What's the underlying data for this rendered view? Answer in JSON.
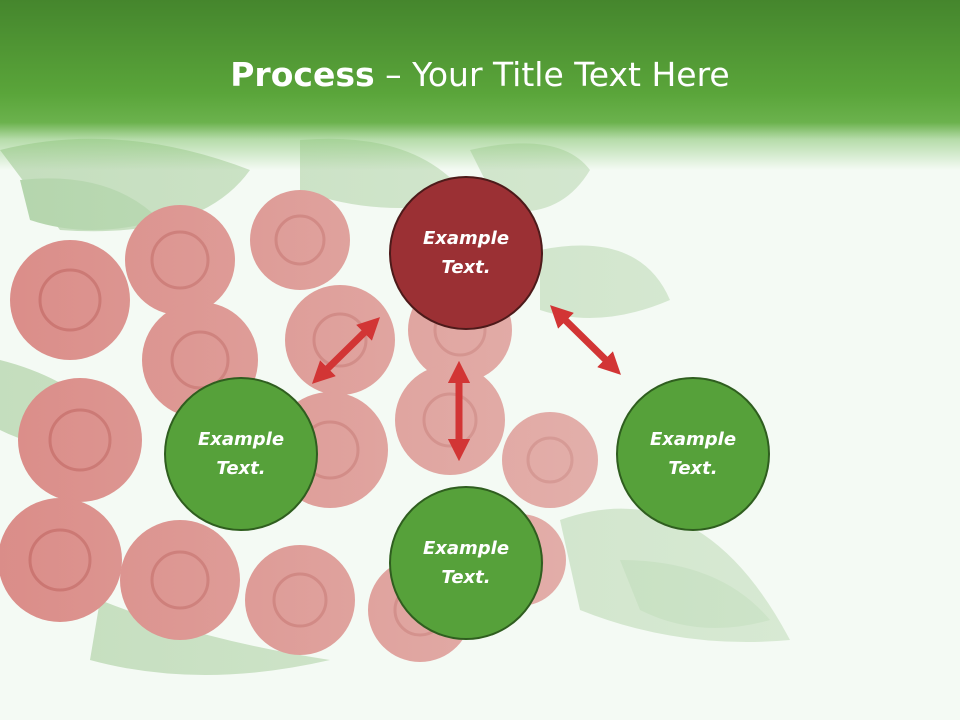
{
  "title": {
    "bold": "Process",
    "rest": " – Your Title Text Here"
  },
  "nodes": [
    {
      "line1": "Example",
      "line2": "Text.",
      "color": "#9b3034"
    },
    {
      "line1": "Example",
      "line2": "Text.",
      "color": "#56a13a"
    },
    {
      "line1": "Example",
      "line2": "Text.",
      "color": "#56a13a"
    },
    {
      "line1": "Example",
      "line2": "Text.",
      "color": "#56a13a"
    }
  ],
  "colors": {
    "header": "#4a8f30",
    "arrow": "#d23535",
    "node_green": "#56a13a",
    "node_red": "#9b3034"
  },
  "arrows": [
    "double-arrow-icon",
    "double-arrow-icon",
    "double-arrow-icon"
  ]
}
